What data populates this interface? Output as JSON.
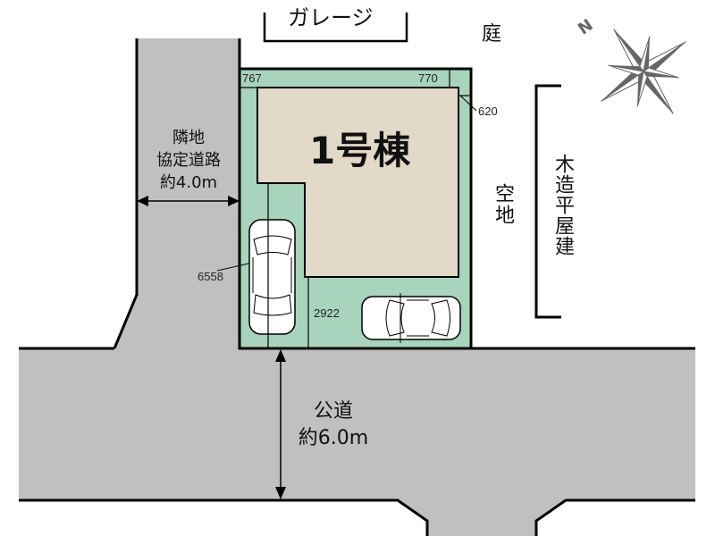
{
  "plan": {
    "building_label": "1号棟",
    "garage_label": "ガレージ",
    "garden_label": "庭",
    "vacant_lot_label": "空地",
    "neighbor_house_label": "木造平屋建",
    "side_road": {
      "line1": "隣地",
      "line2": "協定道路",
      "line3": "約4.0m"
    },
    "front_road": {
      "line1": "公道",
      "line2": "約6.0m"
    },
    "dimensions": {
      "top_left": "767",
      "top_right": "770",
      "right_setback": "620",
      "left_parking_length": "6558",
      "front_parking_width": "2922"
    },
    "compass": {
      "north_label": "N",
      "icon": "compass-rose-icon"
    }
  },
  "colors": {
    "road": "#c0c0c0",
    "lot": "#a8d3bd",
    "building": "#e2d9c8",
    "outline": "#000000",
    "compass": "#666666"
  }
}
